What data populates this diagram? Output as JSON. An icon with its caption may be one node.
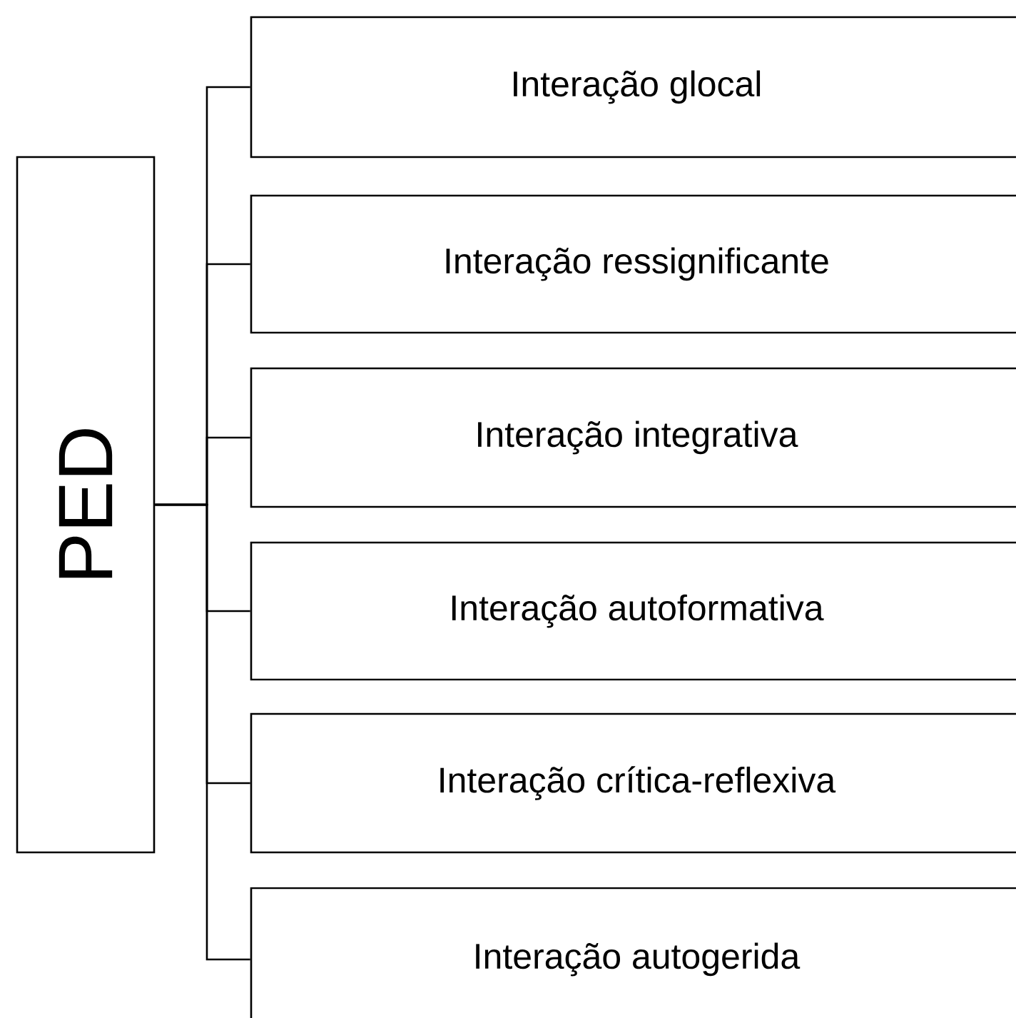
{
  "diagram": {
    "nodes": [
      {
        "text": [
          "PED"
        ]
      },
      {
        "text": [
          "Interação glocal"
        ]
      },
      {
        "text": [
          "Interação ressignificante"
        ]
      },
      {
        "text": [
          "Interação integrativa"
        ]
      },
      {
        "text": [
          "Interação autoformativa"
        ]
      },
      {
        "text": [
          "Interação crítica-reflexiva"
        ]
      },
      {
        "text": [
          "Interação autogerida"
        ]
      }
    ],
    "edges": [
      {
        "from": 0,
        "to": 1,
        "arrow": "none"
      },
      {
        "from": 0,
        "to": 2,
        "arrow": "none"
      },
      {
        "from": 0,
        "to": 3,
        "arrow": "none"
      },
      {
        "from": 0,
        "to": 4,
        "arrow": "none"
      },
      {
        "from": 0,
        "to": 5,
        "arrow": "none"
      },
      {
        "from": 0,
        "to": 6,
        "arrow": "none"
      }
    ]
  }
}
